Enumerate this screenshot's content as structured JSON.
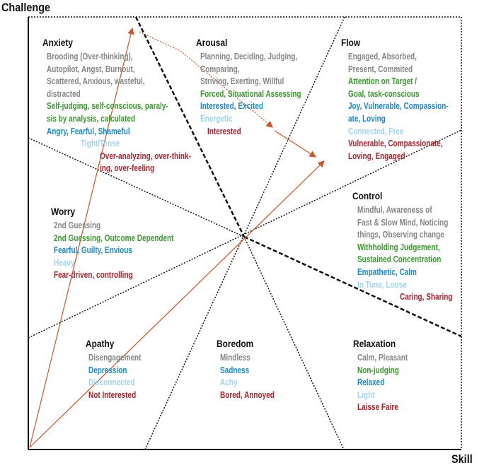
{
  "axes": {
    "y_label": "Challenge",
    "x_label": "Skill"
  },
  "colors": {
    "gray": "#868686",
    "green": "#3a9a2e",
    "blue": "#1a88d2",
    "lightblue": "#a2d4ee",
    "red": "#b51f2b",
    "arrow": "#d0532a",
    "line": "#111111"
  },
  "zones": [
    {
      "id": "anxiety",
      "title": "Anxiety",
      "lines": [
        {
          "text": "Brooding (Over-thinking),",
          "color": "gray"
        },
        {
          "text": "Autopilot, Angst, Burnout,",
          "color": "gray"
        },
        {
          "text": "Scattered, Anxious, wasteful,",
          "color": "gray"
        },
        {
          "text": "distracted",
          "color": "gray"
        },
        {
          "text": "Self-judging, self-conscious, paraly-",
          "color": "green"
        },
        {
          "text": "sis by analysis, calculated",
          "color": "green"
        },
        {
          "text": "Angry, Fearful, Shameful",
          "color": "blue"
        },
        {
          "text": "Tight/Tense",
          "color": "lightblue"
        },
        {
          "text": "Over-analyzing, over-think-",
          "color": "red"
        },
        {
          "text": "ing, over-feeling",
          "color": "red"
        }
      ]
    },
    {
      "id": "arousal",
      "title": "Arousal",
      "lines": [
        {
          "text": "Planning, Deciding, Judging,",
          "color": "gray"
        },
        {
          "text": "Comparing,",
          "color": "gray"
        },
        {
          "text": "Striving, Exerting, Willful",
          "color": "gray"
        },
        {
          "text": "Forced, Situational Assessing",
          "color": "green"
        },
        {
          "text": "Interested, Excited",
          "color": "blue"
        },
        {
          "text": "Energetic",
          "color": "lightblue"
        },
        {
          "text": "Interested",
          "color": "red"
        }
      ]
    },
    {
      "id": "flow",
      "title": "Flow",
      "lines": [
        {
          "text": "Engaged, Absorbed,",
          "color": "gray"
        },
        {
          "text": "Present, Commited",
          "color": "gray"
        },
        {
          "text": "Attention on Target /",
          "color": "green"
        },
        {
          "text": "Goal, task-conscious",
          "color": "green"
        },
        {
          "text": "Joy, Vulnerable, Compassion-",
          "color": "blue"
        },
        {
          "text": "ate, Loving",
          "color": "blue"
        },
        {
          "text": "Connected, Free",
          "color": "lightblue"
        },
        {
          "text": "Vulnerable, Compassionate,",
          "color": "red"
        },
        {
          "text": "Loving, Engaged",
          "color": "red"
        }
      ]
    },
    {
      "id": "worry",
      "title": "Worry",
      "lines": [
        {
          "text": "2nd Guessing",
          "color": "gray"
        },
        {
          "text": "2nd Guessing, Outcome Dependent",
          "color": "green"
        },
        {
          "text": "Fearful, Guilty, Envious",
          "color": "blue"
        },
        {
          "text": "Heavy",
          "color": "lightblue"
        },
        {
          "text": "Fear-driven, controlling",
          "color": "red"
        }
      ]
    },
    {
      "id": "control",
      "title": "Control",
      "lines": [
        {
          "text": "Mindful, Awareness of",
          "color": "gray"
        },
        {
          "text": "Fast & Slow Mind, Noticing",
          "color": "gray"
        },
        {
          "text": "things, Observing change",
          "color": "gray"
        },
        {
          "text": "Withholding Judgement,",
          "color": "green"
        },
        {
          "text": "Sustained Concentration",
          "color": "green"
        },
        {
          "text": "Empathetic, Calm",
          "color": "blue"
        },
        {
          "text": "In Tune, Loose",
          "color": "lightblue"
        },
        {
          "text": "Caring, Sharing",
          "color": "red"
        }
      ]
    },
    {
      "id": "apathy",
      "title": "Apathy",
      "lines": [
        {
          "text": "Disengagement",
          "color": "gray"
        },
        {
          "text": "Depression",
          "color": "blue"
        },
        {
          "text": "Disconnected",
          "color": "lightblue"
        },
        {
          "text": "Not Interested",
          "color": "red"
        }
      ]
    },
    {
      "id": "boredom",
      "title": "Boredom",
      "lines": [
        {
          "text": "Mindless",
          "color": "gray"
        },
        {
          "text": "Sadness",
          "color": "blue"
        },
        {
          "text": "Achy",
          "color": "lightblue"
        },
        {
          "text": "Bored, Annoyed",
          "color": "red"
        }
      ]
    },
    {
      "id": "relaxation",
      "title": "Relaxation",
      "lines": [
        {
          "text": "Calm, Pleasant",
          "color": "gray"
        },
        {
          "text": "Non-judging",
          "color": "green"
        },
        {
          "text": "Relaxed",
          "color": "blue"
        },
        {
          "text": "Light",
          "color": "lightblue"
        },
        {
          "text": "Laisse Faire",
          "color": "red"
        }
      ]
    }
  ]
}
